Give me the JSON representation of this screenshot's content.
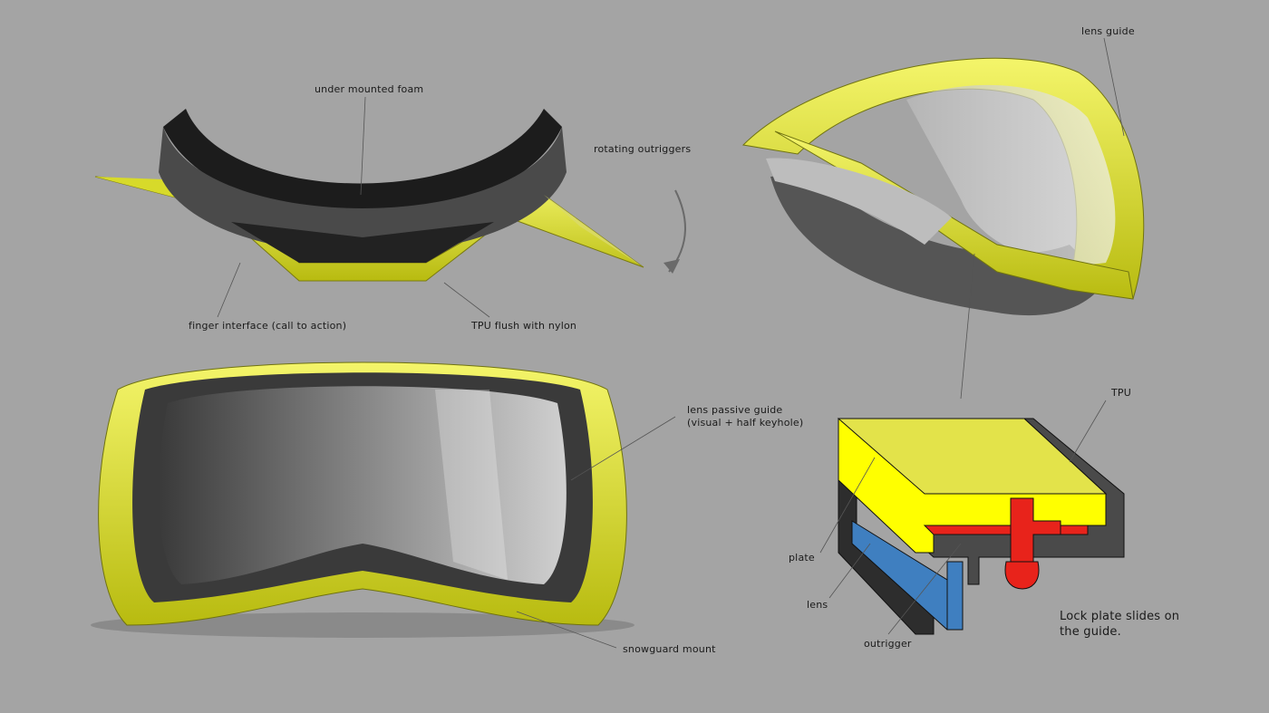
{
  "labels": {
    "under_mounted_foam": "under mounted foam",
    "rotating_outriggers": "rotating outriggers",
    "finger_interface": "finger interface (call to action)",
    "tpu_flush": "TPU flush with nylon",
    "lens_guide": "lens guide",
    "lens_passive_guide_1": "lens passive guide",
    "lens_passive_guide_2": "(visual + half keyhole)",
    "snowguard_mount": "snowguard mount",
    "tpu": "TPU",
    "plate": "plate",
    "lens": "lens",
    "outrigger": "outrigger",
    "note": "Lock plate slides on the guide."
  },
  "colors": {
    "background": "#a4a4a4",
    "frame_yellow": "#e3e61a",
    "plate_yellow": "#ffff00",
    "foam_black": "#1e1e1e",
    "lock_red": "#e8231b",
    "lens_blue": "#3f7fc0",
    "tpu_gray": "#4a4a4a"
  }
}
